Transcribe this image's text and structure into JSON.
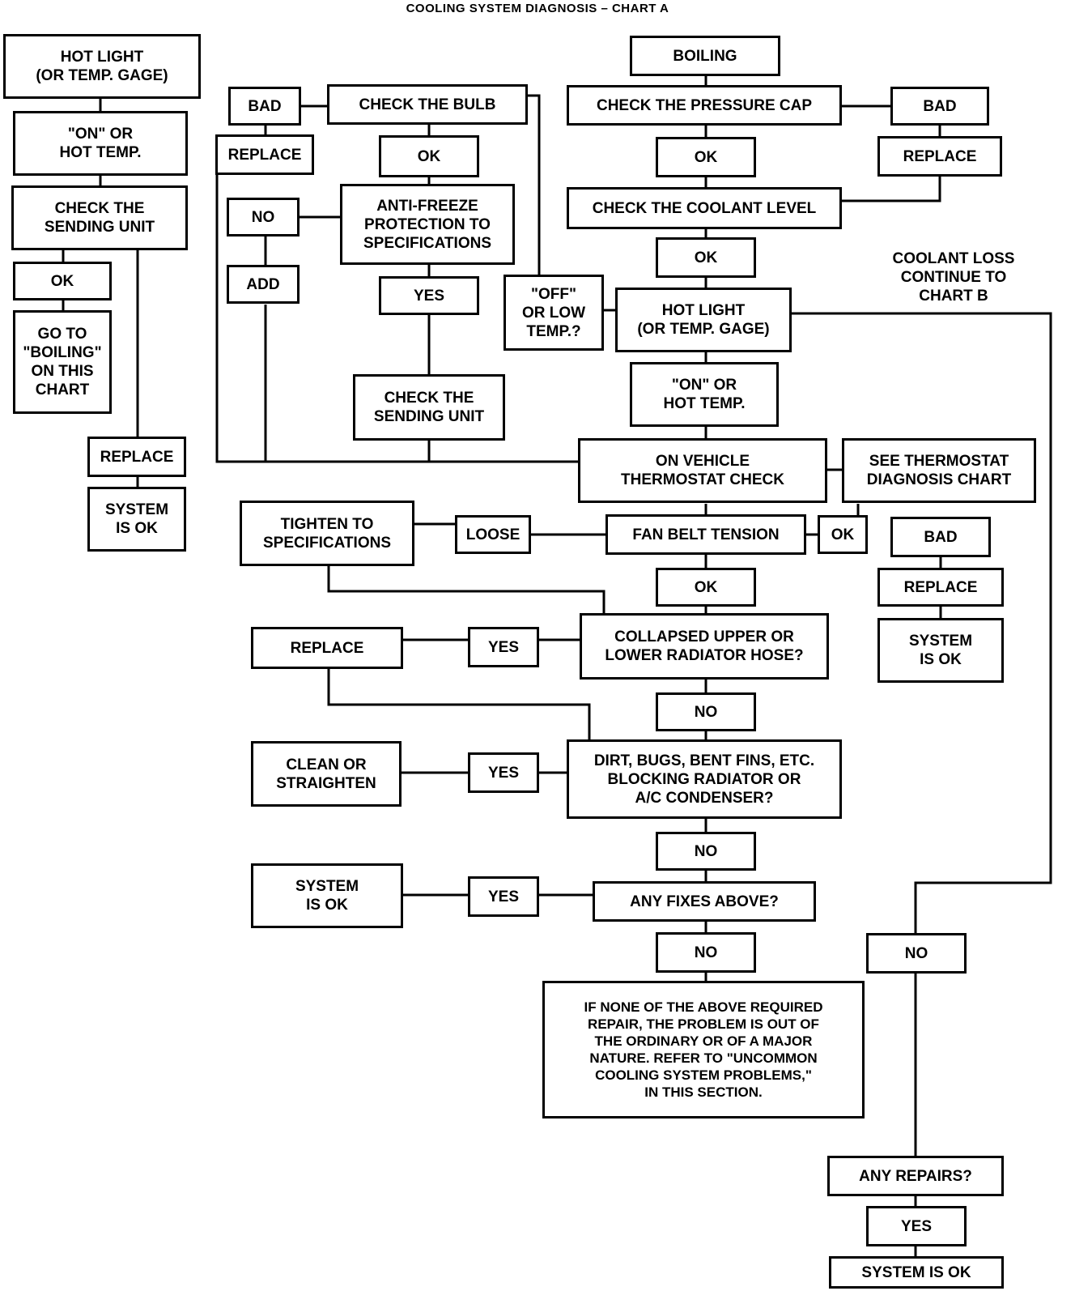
{
  "title": "COOLING SYSTEM DIAGNOSIS – CHART A",
  "nodes": {
    "hot_light_1": "HOT LIGHT\n(OR TEMP. GAGE)",
    "on_hot_1": "\"ON\" OR\nHOT TEMP.",
    "check_sending_1": "CHECK THE\nSENDING UNIT",
    "ok_1": "OK",
    "go_to_boiling": "GO TO\n\"BOILING\"\nON THIS\nCHART",
    "replace_1": "REPLACE",
    "system_ok_1": "SYSTEM\nIS OK",
    "bad_bulb": "BAD",
    "check_bulb": "CHECK THE BULB",
    "replace_bulb": "REPLACE",
    "ok_bulb": "OK",
    "no_antifreeze": "NO",
    "antifreeze": "ANTI-FREEZE\nPROTECTION TO\nSPECIFICATIONS",
    "add": "ADD",
    "yes_antifreeze": "YES",
    "check_sending_2": "CHECK THE\nSENDING UNIT",
    "off_low": "\"OFF\"\nOR LOW\nTEMP.?",
    "boiling": "BOILING",
    "check_cap": "CHECK THE PRESSURE CAP",
    "bad_cap": "BAD",
    "replace_cap": "REPLACE",
    "ok_cap": "OK",
    "check_coolant": "CHECK THE COOLANT LEVEL",
    "ok_coolant": "OK",
    "hot_light_2": "HOT LIGHT\n(OR TEMP. GAGE)",
    "on_hot_2": "\"ON\" OR\nHOT TEMP.",
    "thermostat_check": "ON VEHICLE\nTHERMOSTAT CHECK",
    "see_thermostat": "SEE THERMOSTAT\nDIAGNOSIS CHART",
    "bad_thermo": "BAD",
    "replace_thermo": "REPLACE",
    "system_ok_thermo": "SYSTEM\nIS OK",
    "tighten": "TIGHTEN TO\nSPECIFICATIONS",
    "loose": "LOOSE",
    "fan_belt": "FAN BELT TENSION",
    "ok_fan_right": "OK",
    "ok_fan": "OK",
    "replace_hose": "REPLACE",
    "yes_hose": "YES",
    "collapsed_hose": "COLLAPSED UPPER OR\nLOWER RADIATOR HOSE?",
    "no_hose": "NO",
    "clean_straighten": "CLEAN OR\nSTRAIGHTEN",
    "yes_dirt": "YES",
    "dirt_bugs": "DIRT, BUGS, BENT FINS, ETC.\nBLOCKING RADIATOR OR\nA/C CONDENSER?",
    "no_dirt": "NO",
    "system_ok_fixes": "SYSTEM\nIS OK",
    "yes_fixes": "YES",
    "any_fixes": "ANY FIXES ABOVE?",
    "no_fixes": "NO",
    "if_none": "IF NONE OF THE ABOVE REQUIRED\nREPAIR, THE PROBLEM IS OUT OF\nTHE ORDINARY OR OF A MAJOR\nNATURE. REFER TO \"UNCOMMON\nCOOLING SYSTEM PROBLEMS,\"\nIN THIS SECTION.",
    "no_right": "NO",
    "any_repairs": "ANY REPAIRS?",
    "yes_repairs": "YES",
    "system_ok_final": "SYSTEM IS OK"
  },
  "coolant_loss_note": "COOLANT LOSS\nCONTINUE TO\nCHART B"
}
